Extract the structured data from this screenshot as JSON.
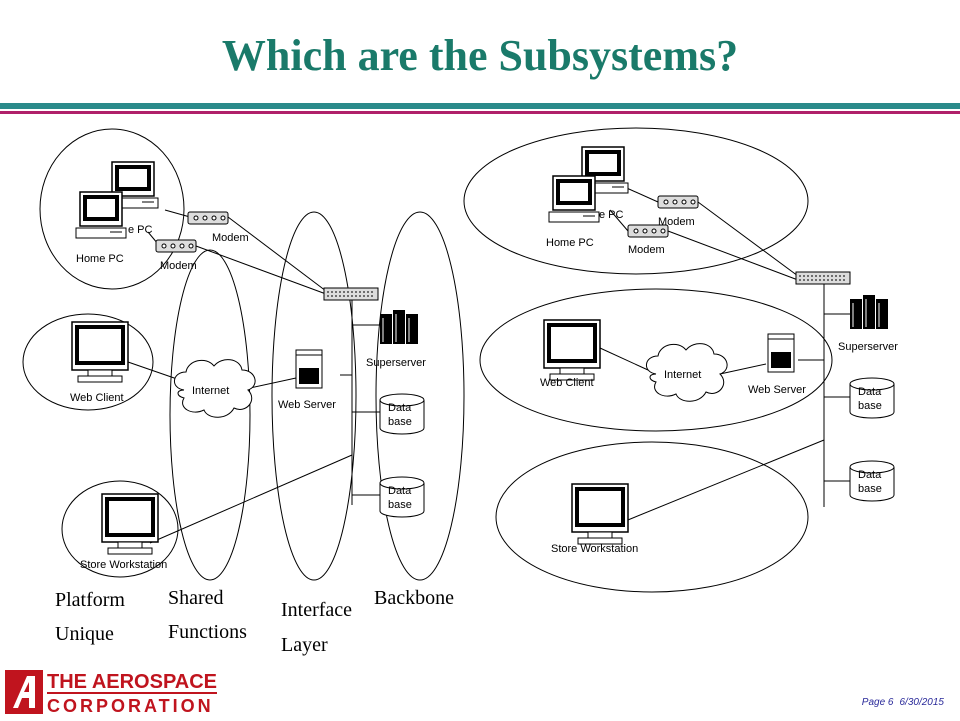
{
  "title": "Which are the Subsystems?",
  "colors": {
    "title": "#1a7a6a",
    "rule_teal": "#2a8a8a",
    "rule_magenta": "#b0206a",
    "logo_red": "#c0141e",
    "footer": "#2a2a9a"
  },
  "layers": {
    "platform_line1": "Platform",
    "platform_line2": "Unique",
    "shared_line1": "Shared",
    "shared_line2": "Functions",
    "interface_line1": "Interface",
    "interface_line2": "Layer",
    "backbone": "Backbone"
  },
  "left_diagram": {
    "home_pc_1": "Home PC",
    "home_pc_2_partial": "e PC",
    "modem_1": "Modem",
    "modem_2": "Modem",
    "web_client": "Web Client",
    "internet": "Internet",
    "web_server": "Web Server",
    "superserver": "Superserver",
    "database_1_line1": "Data",
    "database_1_line2": "base",
    "database_2_line1": "Data",
    "database_2_line2": "base",
    "store_workstation": "Store Workstation"
  },
  "right_diagram": {
    "home_pc_1": "Home PC",
    "home_pc_2_partial": "e PC",
    "modem_1": "Modem",
    "modem_2": "Modem",
    "web_client": "Web Client",
    "internet": "Internet",
    "web_server": "Web Server",
    "superserver": "Superserver",
    "database_1_line1": "Data",
    "database_1_line2": "base",
    "database_2_line1": "Data",
    "database_2_line2": "base",
    "store_workstation": "Store Workstation"
  },
  "logo": {
    "line1": "THE AEROSPACE",
    "line2": "CORPORATION"
  },
  "footer": {
    "page": "Page 6",
    "date": "6/30/2015"
  }
}
